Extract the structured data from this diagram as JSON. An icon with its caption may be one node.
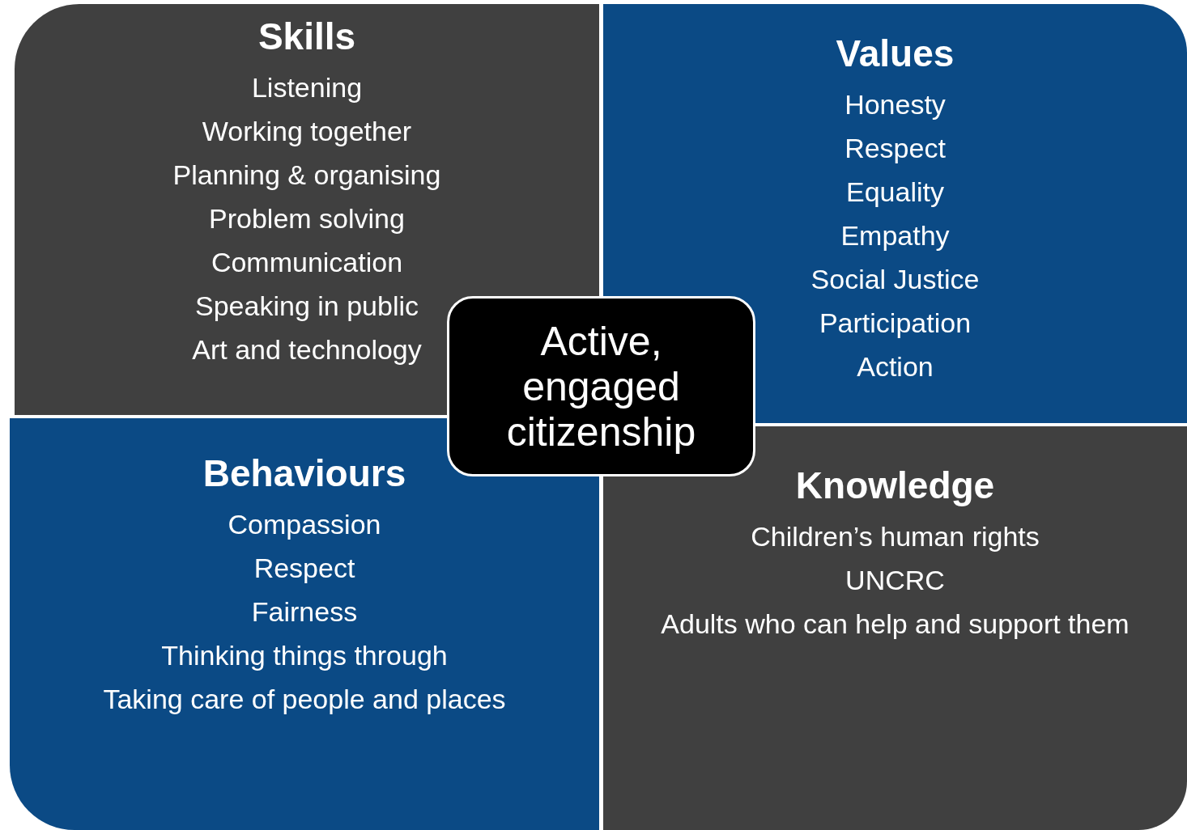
{
  "diagram": {
    "nodes": [
      {
        "text": [
          "Skills",
          "Listening",
          "Working together",
          "Planning & organising",
          "Problem solving",
          "Communication",
          "Speaking in public",
          "Art and technology"
        ]
      },
      {
        "text": [
          "Values",
          "Honesty",
          "Respect",
          "Equality",
          "Empathy",
          "Social Justice",
          "Participation",
          "Action"
        ]
      },
      {
        "text": [
          "Active, engaged citizenship"
        ]
      },
      {
        "text": [
          "Behaviours",
          "Compassion",
          "Respect",
          "Fairness",
          "Thinking things through",
          "Taking care of people and places"
        ]
      },
      {
        "text": [
          "Knowledge",
          "Children’s human rights",
          "UNCRC",
          "Adults who can help and support them"
        ]
      }
    ],
    "edges": []
  }
}
